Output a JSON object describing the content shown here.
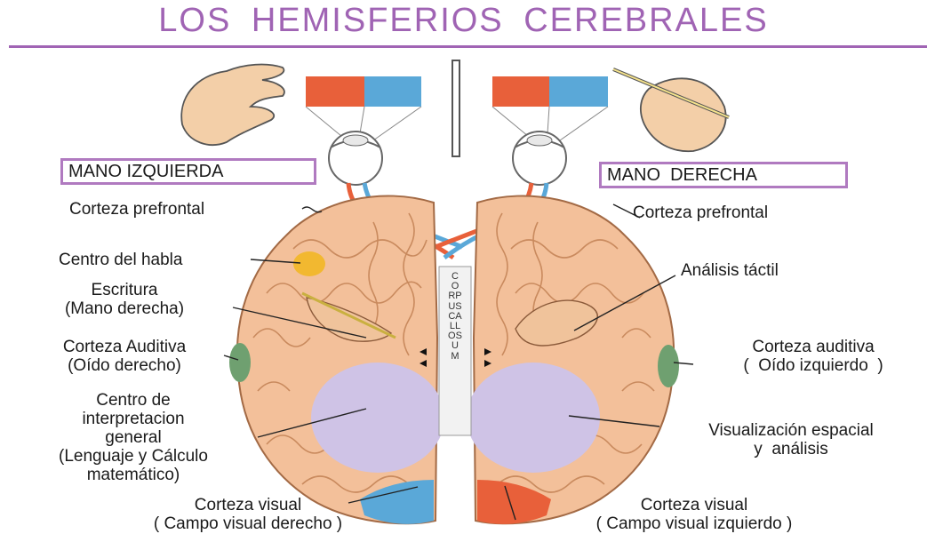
{
  "title": "LOS HEMISFERIOS CEREBRALES",
  "colors": {
    "title": "#a064b4",
    "box_border": "#b07ac0",
    "brain": "#f3c09a",
    "gyri": "#c98a5e",
    "visual_right_hemisphere": "#e8603a",
    "visual_left_hemisphere": "#5aa8d8",
    "auditory": "#6fa070",
    "speech": "#f2b830",
    "interpretation": "#cfc3e6"
  },
  "boxes": {
    "left_hand": "MANO IZQUIERDA",
    "right_hand": "MANO  DERECHA"
  },
  "corpus": "CORPUS CALLOSUM",
  "left_labels": {
    "prefrontal": "Corteza prefrontal",
    "speech": "Centro del habla",
    "writing_1": "Escritura",
    "writing_2": "(Mano derecha)",
    "auditory_1": "Corteza Auditiva",
    "auditory_2": "(Oído derecho)",
    "interp_1": "Centro de",
    "interp_2": "interpretacion",
    "interp_3": "general",
    "interp_4": "(Lenguaje y Cálculo",
    "interp_5": "matemático)",
    "visual_1": "Corteza visual",
    "visual_2": "( Campo visual derecho )"
  },
  "right_labels": {
    "prefrontal": "Corteza prefrontal",
    "tactile": "Análisis táctil",
    "auditory_1": "Corteza auditiva",
    "auditory_2": "(  Oído izquierdo  )",
    "spatial_1": "Visualización espacial",
    "spatial_2": "y  análisis",
    "visual_1": "Corteza visual",
    "visual_2": "( Campo visual izquierdo )"
  }
}
